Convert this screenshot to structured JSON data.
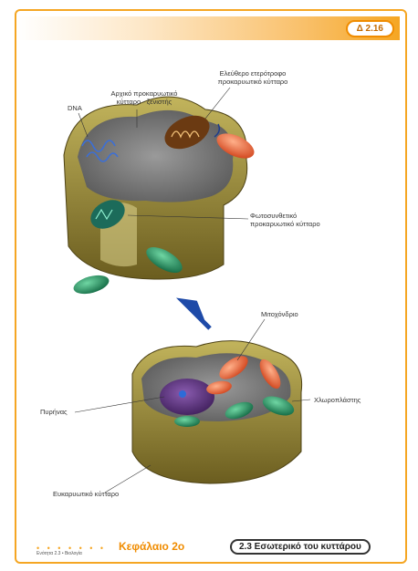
{
  "figure": {
    "badge": "Δ 2.16"
  },
  "labels": {
    "ancestral_cell": "Αρχικό προκαρυωτικό κύτταρο - ξενιστής",
    "aerobic_prokaryote": "Ελεύθερο ετερότροφο προκαρυωτικό κύτταρο",
    "dna": "DNA",
    "photosynthetic_prokaryote": "Φωτοσυνθετικό προκαρυωτικό κύτταρο",
    "mitochondrion": "Μιτοχόνδριο",
    "chloroplast": "Χλωροπλάστης",
    "nucleus": "Πυρήνας",
    "eukaryotic_cell": "Ευκαρυωτικό κύτταρο"
  },
  "footer": {
    "dots": "• • • • • • •",
    "small_text": "Ενότητα 2.3 • Βιολογία",
    "chapter": "Κεφάλαιο 2ο",
    "section": "2.3 Εσωτερικό του κυττάρου"
  },
  "colors": {
    "accent": "#f5a623",
    "membrane": "#8a7b2e",
    "mito": "#e8613a",
    "chloro": "#2e8b57",
    "nucleus": "#4b2a6b"
  }
}
